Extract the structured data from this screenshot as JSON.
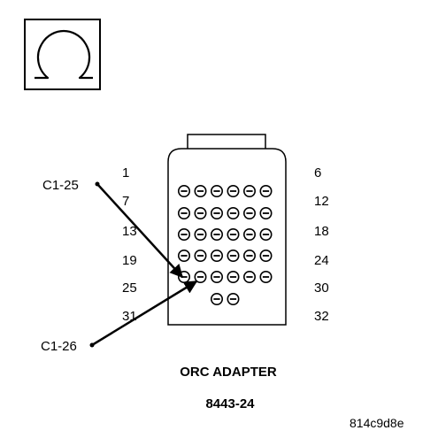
{
  "symbol": {
    "icon": "ohm-icon",
    "glyph": "Ω"
  },
  "connector": {
    "left_row_labels": [
      "1",
      "7",
      "13",
      "19",
      "25",
      "31"
    ],
    "right_row_labels": [
      "6",
      "12",
      "18",
      "24",
      "30",
      "32"
    ],
    "rows": 6,
    "pins_per_row": 6,
    "last_row_pins": 2
  },
  "callouts": [
    {
      "label": "C1-25",
      "pin": 25
    },
    {
      "label": "C1-26",
      "pin": 26
    }
  ],
  "caption": {
    "name": "ORC ADAPTER",
    "part_number": "8443-24"
  },
  "figure_code": "814c9d8e",
  "colors": {
    "ink": "#000000",
    "background": "#ffffff"
  }
}
